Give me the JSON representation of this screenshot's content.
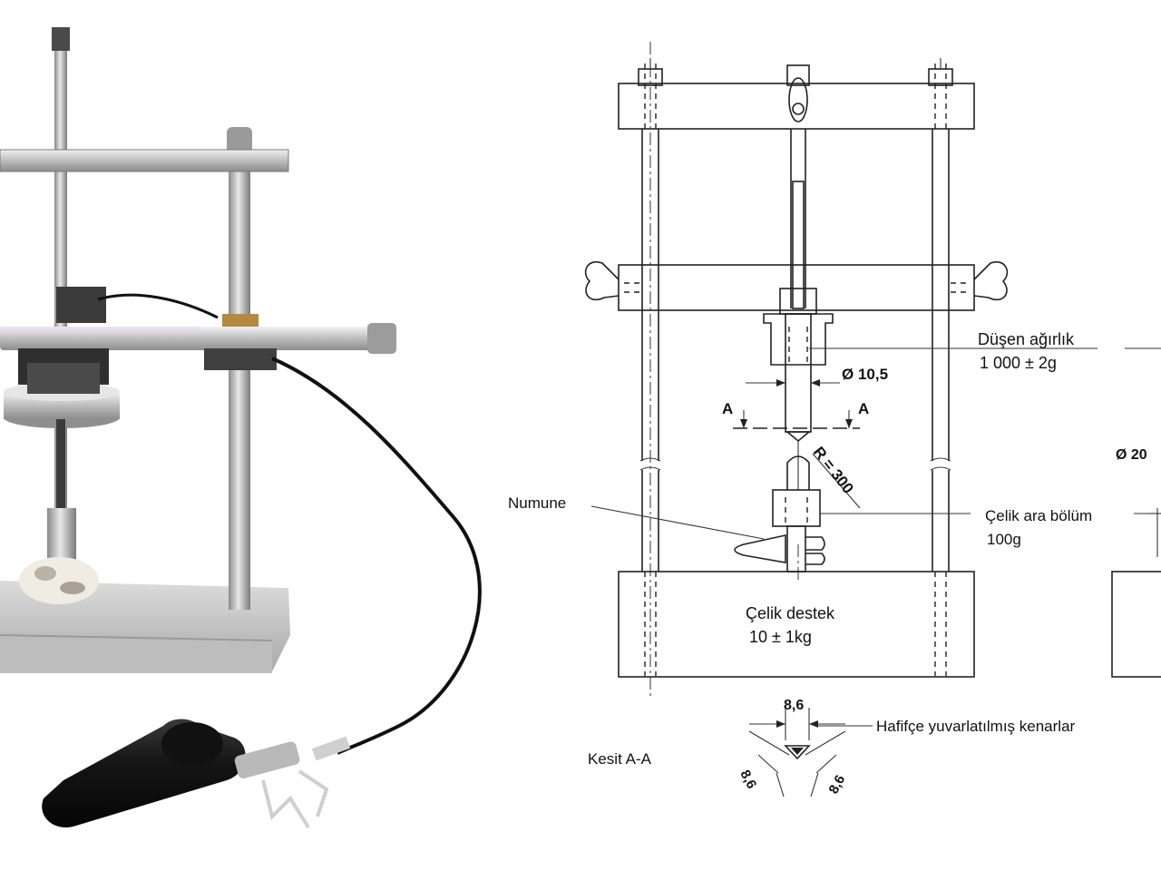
{
  "labels": {
    "falling_weight_name": "Düşen ağırlık",
    "falling_weight_mass": "1 000 ± 2g",
    "diameter_small": "Ø 10,5",
    "diameter_partial": "Ø 20",
    "section_mark": "A",
    "radius": "R = 300",
    "specimen": "Numune",
    "steel_spacer_name": "Çelik ara bölüm",
    "steel_spacer_mass": "100g",
    "steel_support_name": "Çelik destek",
    "steel_support_mass": "10 ± 1kg",
    "section_title": "Kesit A-A",
    "dim_top": "8,6",
    "dim_left": "8,6",
    "dim_right": "8,6",
    "rounded_edges": "Hafifçe yuvarlatılmış kenarlar"
  },
  "colors": {
    "line": "#222222",
    "steel_light": "#d9d9d9",
    "steel_dark": "#6e6e6e",
    "handle": "#1a1a1a",
    "cable": "#111111",
    "base_plate": "#c9c9c9"
  }
}
